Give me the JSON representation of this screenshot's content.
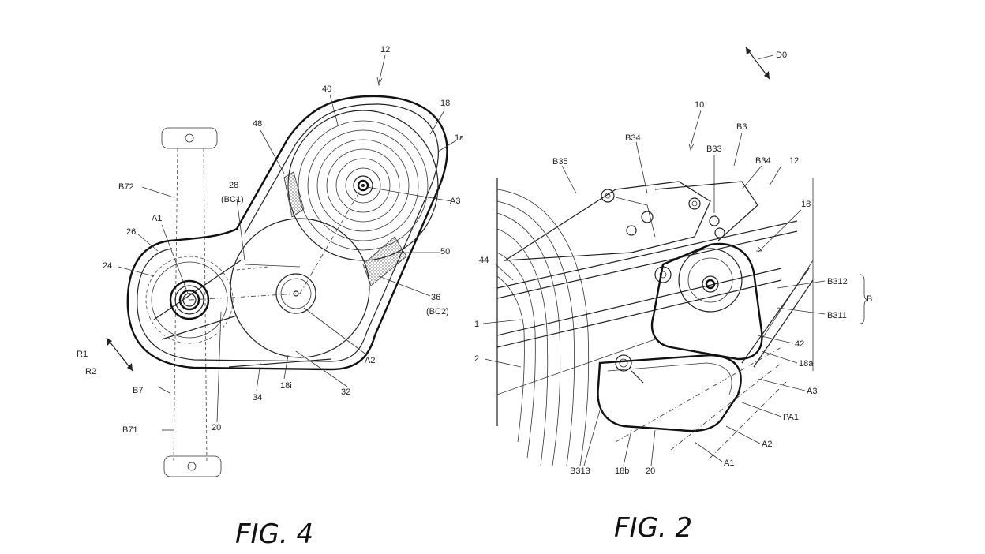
{
  "fig4": {
    "caption": "FIG. 4",
    "labels": {
      "l12": "12",
      "l40": "40",
      "l18": "18",
      "l18b": "1ε",
      "l48": "48",
      "l28": "28",
      "lbc1": "(BC1)",
      "lb72": "B72",
      "la1": "A1",
      "l26": "26",
      "l24": "24",
      "la3": "A3",
      "l50": "50",
      "l36": "36",
      "lbc2": "(BC2)",
      "la2": "A2",
      "l32": "32",
      "l18i": "18i",
      "l34": "34",
      "lr1": "R1",
      "lr2": "R2",
      "lb7": "B7",
      "lb71": "B71",
      "l20": "20"
    }
  },
  "fig2": {
    "caption": "FIG. 2",
    "labels": {
      "ld0": "D0",
      "l10": "10",
      "lb3": "B3",
      "lb34a": "B34",
      "lb33": "B33",
      "lb34b": "B34",
      "l12": "12",
      "lb35": "B35",
      "l18": "18",
      "l44": "44",
      "lb312": "B312",
      "lb": "B",
      "lb311": "B311",
      "l1": "1",
      "l2": "2",
      "l42": "42",
      "l18a": "18a",
      "la3": "A3",
      "lpa1": "PA1",
      "la2": "A2",
      "la1": "A1",
      "lb313": "B313",
      "l18b": "18b",
      "l20": "20"
    }
  }
}
